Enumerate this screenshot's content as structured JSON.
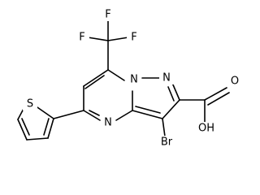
{
  "molecule": {
    "atoms": {
      "f1": "F",
      "f2": "F",
      "f3": "F",
      "n_bridge": "N",
      "n_pyrazole": "N",
      "n_pyrimidine": "N",
      "s_thiophene": "S",
      "br": "Br",
      "oh": "OH",
      "o_carbonyl": "O"
    }
  }
}
